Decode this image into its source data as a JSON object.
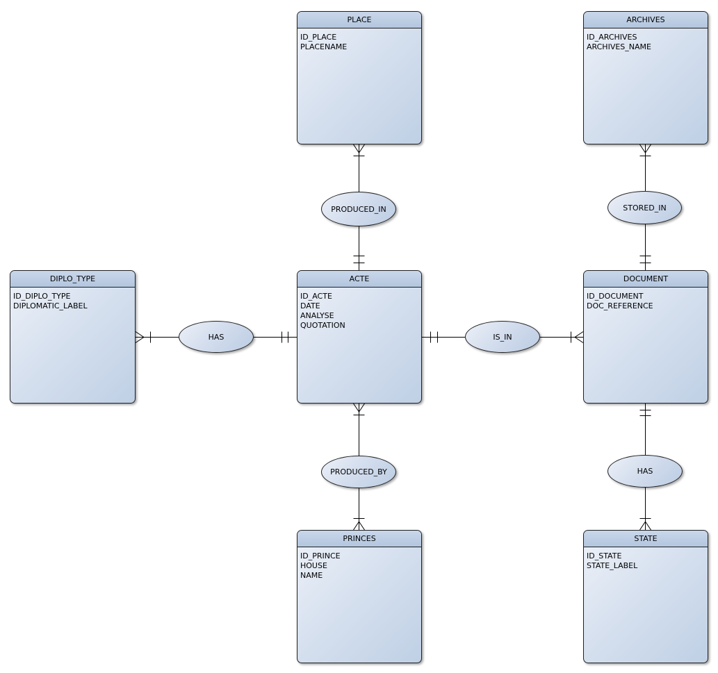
{
  "diagram": {
    "kind": "entity-relationship-diagram",
    "background_color": "#ffffff",
    "node_border_color": "#1f1f1f",
    "connector_color": "#000000",
    "header_fill_top": "#c9d7ea",
    "header_fill_bottom": "#b3c6de",
    "body_fill_light": "#eef2f9",
    "body_fill_dark": "#bfd0e5"
  },
  "entities": {
    "place": {
      "title": "PLACE",
      "attributes": [
        "ID_PLACE",
        "PLACENAME"
      ]
    },
    "archives": {
      "title": "ARCHIVES",
      "attributes": [
        "ID_ARCHIVES",
        "ARCHIVES_NAME"
      ]
    },
    "diplo_type": {
      "title": "DIPLO_TYPE",
      "attributes": [
        "ID_DIPLO_TYPE",
        "DIPLOMATIC_LABEL"
      ]
    },
    "acte": {
      "title": "ACTE",
      "attributes": [
        "ID_ACTE",
        "DATE",
        "ANALYSE",
        "QUOTATION"
      ]
    },
    "document": {
      "title": "DOCUMENT",
      "attributes": [
        "ID_DOCUMENT",
        "DOC_REFERENCE"
      ]
    },
    "princes": {
      "title": "PRINCES",
      "attributes": [
        "ID_PRINCE",
        "HOUSE",
        "NAME"
      ]
    },
    "state": {
      "title": "STATE",
      "attributes": [
        "ID_STATE",
        "STATE_LABEL"
      ]
    }
  },
  "relationships": {
    "produced_in": {
      "label": "PRODUCED_IN",
      "between": [
        "PLACE",
        "ACTE"
      ],
      "place_end": "many (crow's foot + bar)",
      "acte_end": "one (double bar)"
    },
    "stored_in": {
      "label": "STORED_IN",
      "between": [
        "ARCHIVES",
        "DOCUMENT"
      ],
      "archives_end": "many (crow's foot + bar)",
      "document_end": "one (double bar)"
    },
    "has_diplo": {
      "label": "HAS",
      "between": [
        "DIPLO_TYPE",
        "ACTE"
      ],
      "diplo_type_end": "many (crow's foot + bar)",
      "acte_end": "one (double bar)"
    },
    "is_in": {
      "label": "IS_IN",
      "between": [
        "ACTE",
        "DOCUMENT"
      ],
      "acte_end": "one (double bar)",
      "document_end": "many (crow's foot + bar)"
    },
    "produced_by": {
      "label": "PRODUCED_BY",
      "between": [
        "ACTE",
        "PRINCES"
      ],
      "acte_end": "many (crow's foot + bar)",
      "princes_end": "many (crow's foot + bar)"
    },
    "has_state": {
      "label": "HAS",
      "between": [
        "DOCUMENT",
        "STATE"
      ],
      "document_end": "one (double bar)",
      "state_end": "many (crow's foot + bar)"
    }
  }
}
